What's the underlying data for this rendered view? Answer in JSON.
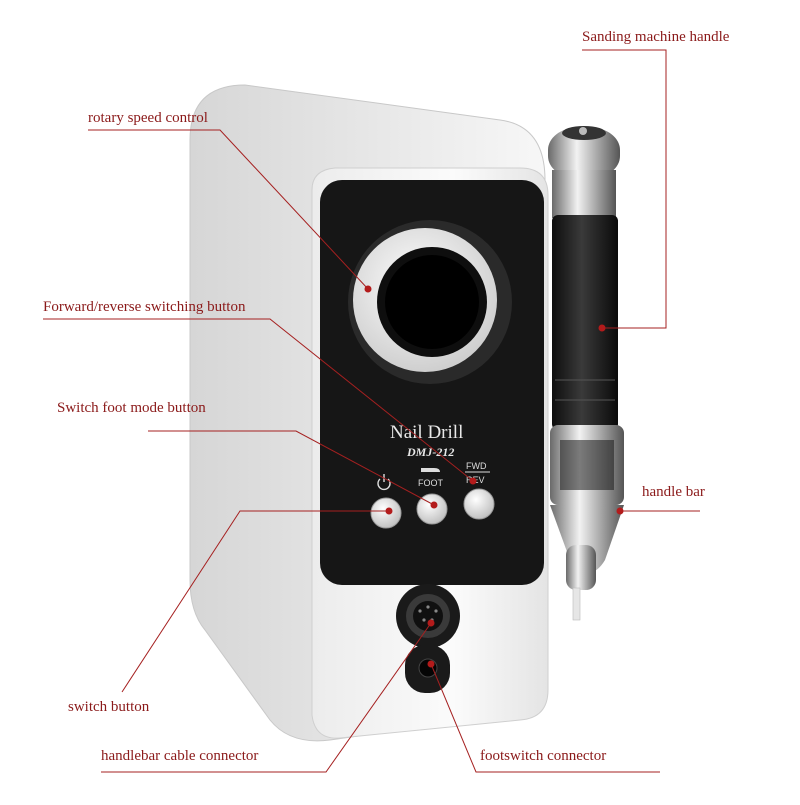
{
  "labels": {
    "sanding_handle": "Sanding machine handle",
    "rotary_speed": "rotary speed control",
    "forward_reverse": "Forward/reverse switching button",
    "foot_mode": "Switch foot mode button",
    "handle_bar": "handle bar",
    "switch_button": "switch button",
    "cable_connector": "handlebar cable connector",
    "footswitch_connector": "footswitch connector"
  },
  "device": {
    "name": "Nail Drill",
    "model": "DMJ-212",
    "foot_label": "FOOT",
    "fwd_label": "FWD",
    "rev_label": "REV"
  },
  "colors": {
    "annotation": "#8b1a1a",
    "body": "#f2f2f2",
    "panel": "#161616"
  }
}
